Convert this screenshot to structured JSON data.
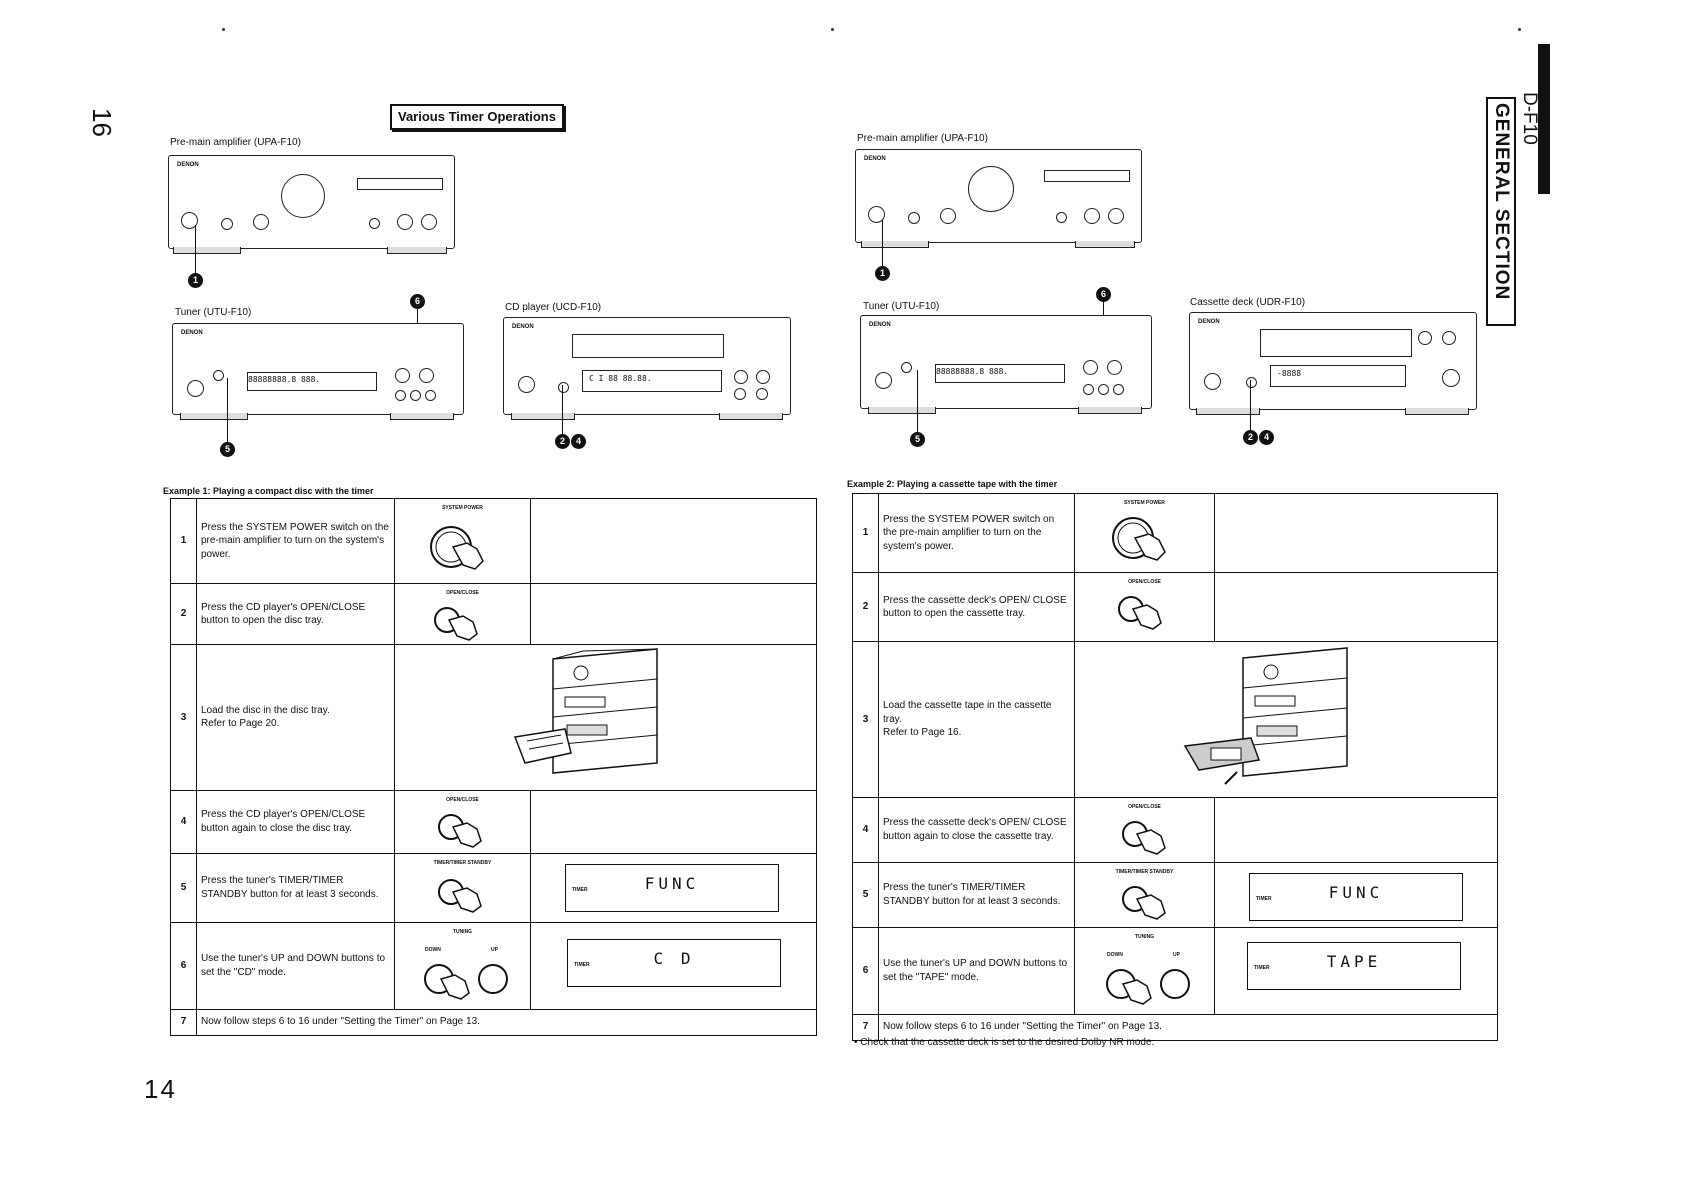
{
  "page": {
    "page_number": "14",
    "rotated_page_number": "16",
    "model": "D-F10",
    "section": "GENERAL SECTION",
    "heading": "Various Timer Operations"
  },
  "devices": {
    "brand": "DENON",
    "premain_left": "Pre-main amplifier (UPA-F10)",
    "tuner_left": "Tuner (UTU-F10)",
    "cd_player": "CD player (UCD-F10)",
    "premain_right": "Pre-main amplifier (UPA-F10)",
    "tuner_right": "Tuner (UTU-F10)",
    "cassette_deck": "Cassette deck (UDR-F10)",
    "tuner_display": "88888888.8 888.",
    "cd_display": "C I 88 88.88.",
    "cassette_display": "-8888"
  },
  "callouts": {
    "c1": "1",
    "c6": "6",
    "c5": "5",
    "c2": "2",
    "c4": "4"
  },
  "example1": {
    "title": "Example 1: Playing a compact disc with the timer",
    "rows": [
      {
        "num": "1",
        "text": "Press the SYSTEM POWER switch on the pre-main amplifier to turn on the system's power.",
        "button_label": "SYSTEM POWER"
      },
      {
        "num": "2",
        "text": "Press the CD player's OPEN/CLOSE button to open the disc tray.",
        "button_label": "OPEN/CLOSE"
      },
      {
        "num": "3",
        "text": "Load the disc in the disc tray.\nRefer to Page 20."
      },
      {
        "num": "4",
        "text": "Press the CD player's OPEN/CLOSE button again to close the disc tray.",
        "button_label": "OPEN/CLOSE"
      },
      {
        "num": "5",
        "text": "Press the tuner's TIMER/TIMER STANDBY button for at least 3 seconds.",
        "button_label": "TIMER/TIMER STANDBY",
        "display": "FUNC",
        "display_sub": "TIMER"
      },
      {
        "num": "6",
        "text": "Use the tuner's UP and DOWN buttons to set the \"CD\" mode.",
        "button_label": "TUNING",
        "down": "DOWN",
        "up": "UP",
        "display": "C D",
        "display_sub": "TIMER"
      }
    ],
    "last": {
      "num": "7",
      "text": "Now follow steps 6 to 16 under \"Setting the Timer\" on Page 13."
    }
  },
  "example2": {
    "title": "Example 2: Playing a cassette tape with the timer",
    "rows": [
      {
        "num": "1",
        "text": "Press the SYSTEM POWER switch on the pre-main amplifier to turn on the system's power.",
        "button_label": "SYSTEM POWER"
      },
      {
        "num": "2",
        "text": "Press the cassette deck's OPEN/ CLOSE button to open the cassette tray.",
        "button_label": "OPEN/CLOSE"
      },
      {
        "num": "3",
        "text": "Load the cassette tape in the cassette tray.\nRefer to Page 16."
      },
      {
        "num": "4",
        "text": "Press the cassette deck's OPEN/ CLOSE button again to close the cassette tray.",
        "button_label": "OPEN/CLOSE"
      },
      {
        "num": "5",
        "text": "Press the tuner's TIMER/TIMER STANDBY button for at least 3 seconds.",
        "button_label": "TIMER/TIMER STANDBY",
        "display": "FUNC",
        "display_sub": "TIMER"
      },
      {
        "num": "6",
        "text": "Use the tuner's UP and DOWN buttons to set the \"TAPE\" mode.",
        "button_label": "TUNING",
        "down": "DOWN",
        "up": "UP",
        "display": "TAPE",
        "display_sub": "TIMER"
      }
    ],
    "last": {
      "num": "7",
      "text": "Now follow steps 6 to 16 under \"Setting the Timer\" on Page 13."
    },
    "note": "• Check that the cassette deck is set to the desired Dolby NR mode."
  }
}
